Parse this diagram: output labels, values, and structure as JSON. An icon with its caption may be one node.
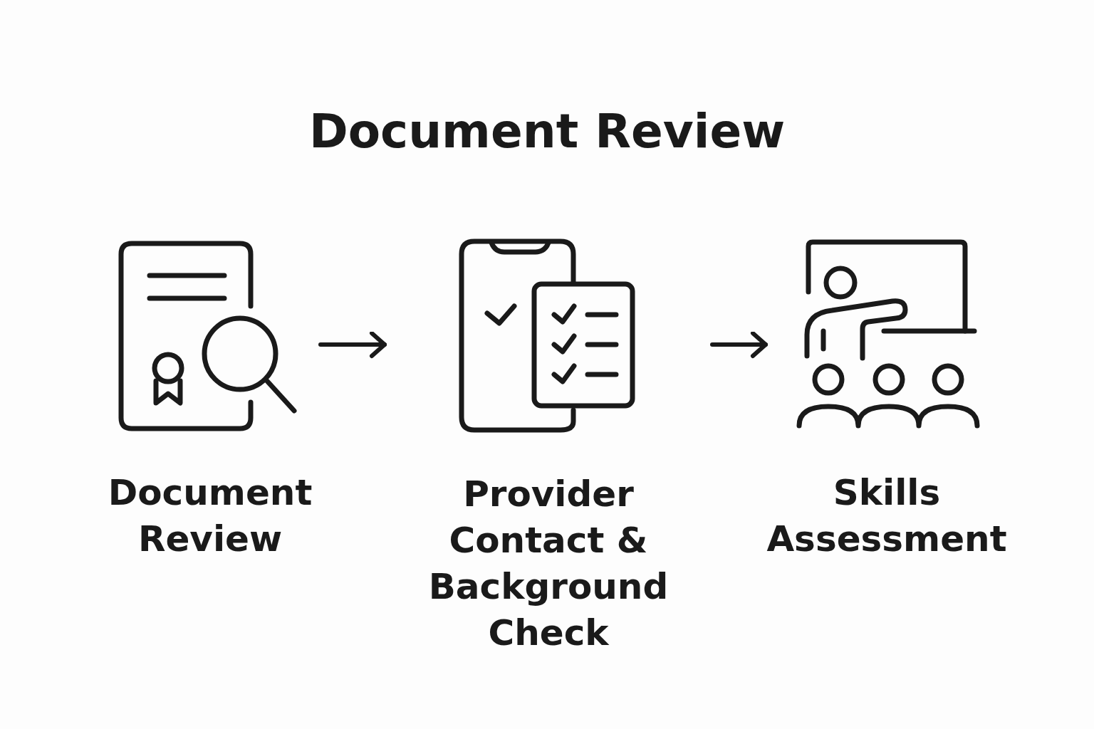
{
  "diagram": {
    "title": "Document Review",
    "nodes": [
      {
        "text": [
          "Document Review"
        ]
      },
      {
        "text": [
          "Provider Contact & Background Check"
        ]
      },
      {
        "text": [
          "Skills Assessment"
        ]
      }
    ],
    "edges": [
      {
        "from": 0,
        "to": 1,
        "arrow": "to"
      },
      {
        "from": 1,
        "to": 2,
        "arrow": "to"
      }
    ]
  }
}
